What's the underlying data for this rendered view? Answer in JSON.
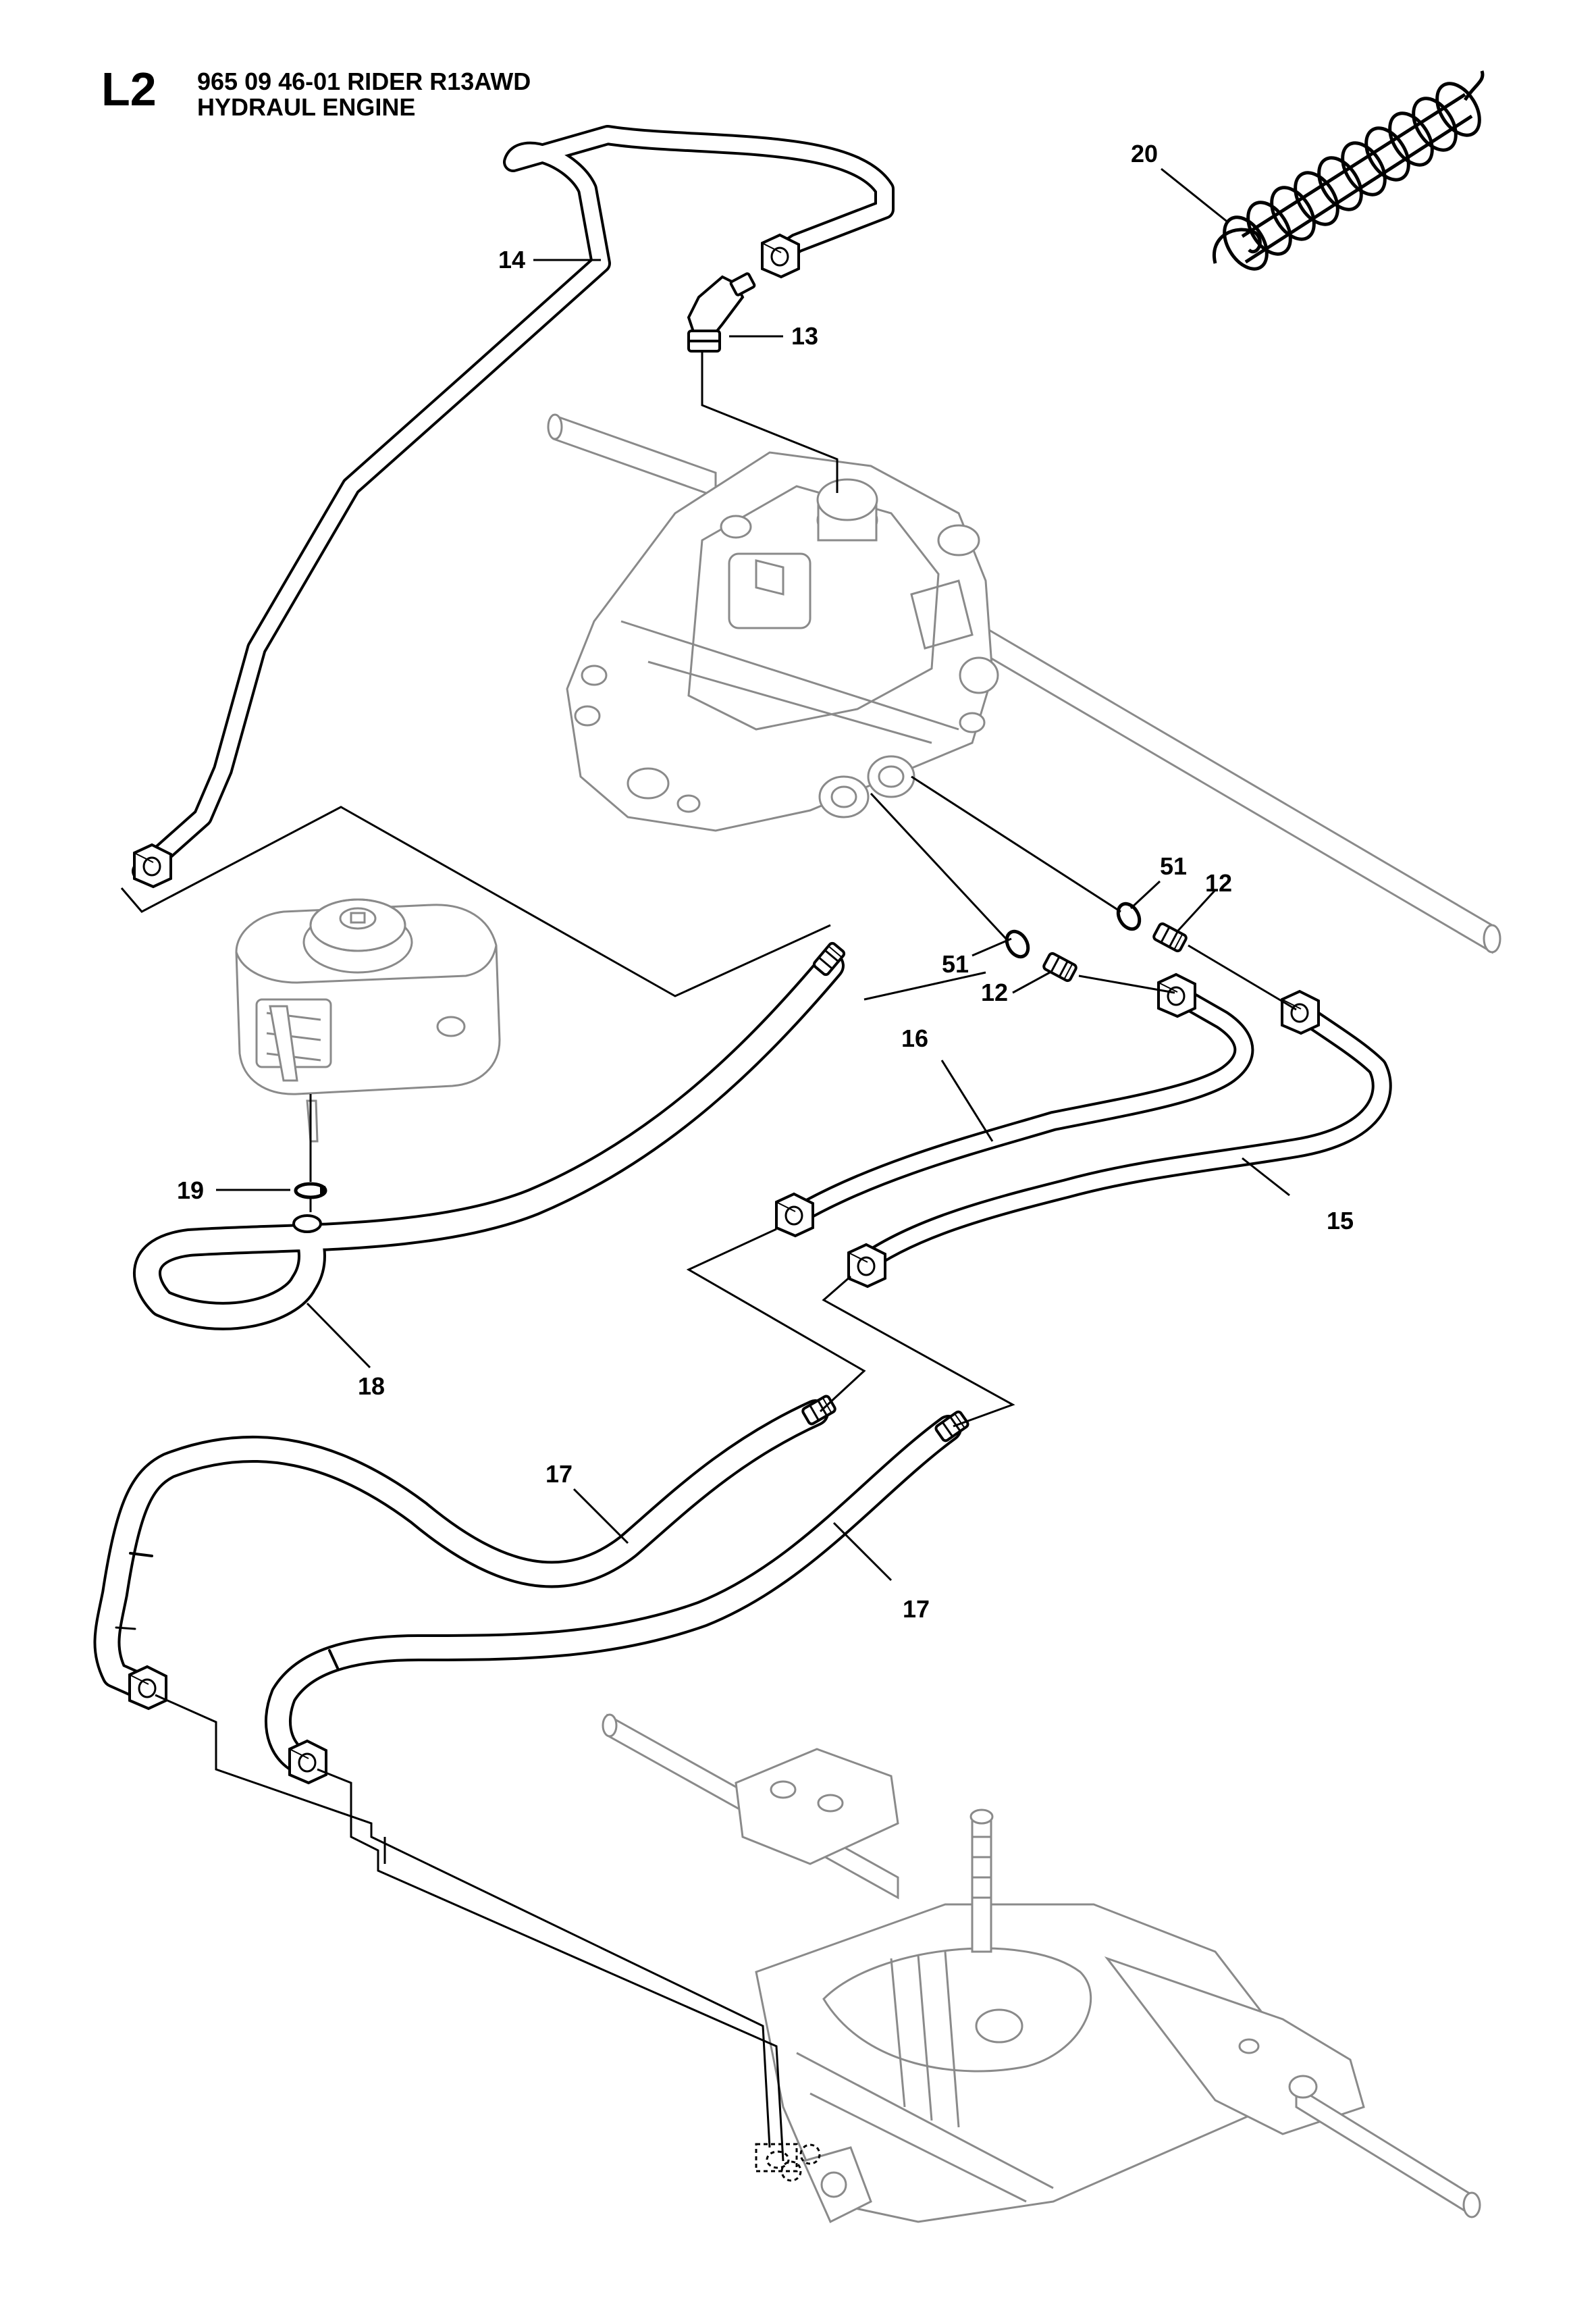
{
  "header": {
    "section_code": "L2",
    "line1": "965 09 46-01 RIDER R13AWD",
    "line2": "HYDRAUL ENGINE"
  },
  "callouts": [
    {
      "id": "c20",
      "label": "20"
    },
    {
      "id": "c14",
      "label": "14"
    },
    {
      "id": "c13",
      "label": "13"
    },
    {
      "id": "c51a",
      "label": "51"
    },
    {
      "id": "c12a",
      "label": "12"
    },
    {
      "id": "c51b",
      "label": "51"
    },
    {
      "id": "c12b",
      "label": "12"
    },
    {
      "id": "c16",
      "label": "16"
    },
    {
      "id": "c19",
      "label": "19"
    },
    {
      "id": "c15",
      "label": "15"
    },
    {
      "id": "c18",
      "label": "18"
    },
    {
      "id": "c17a",
      "label": "17"
    },
    {
      "id": "c17b",
      "label": "17"
    }
  ],
  "colors": {
    "ink": "#000000",
    "part_fill": "#ffffff",
    "ghost_line": "#8a8a8a"
  }
}
